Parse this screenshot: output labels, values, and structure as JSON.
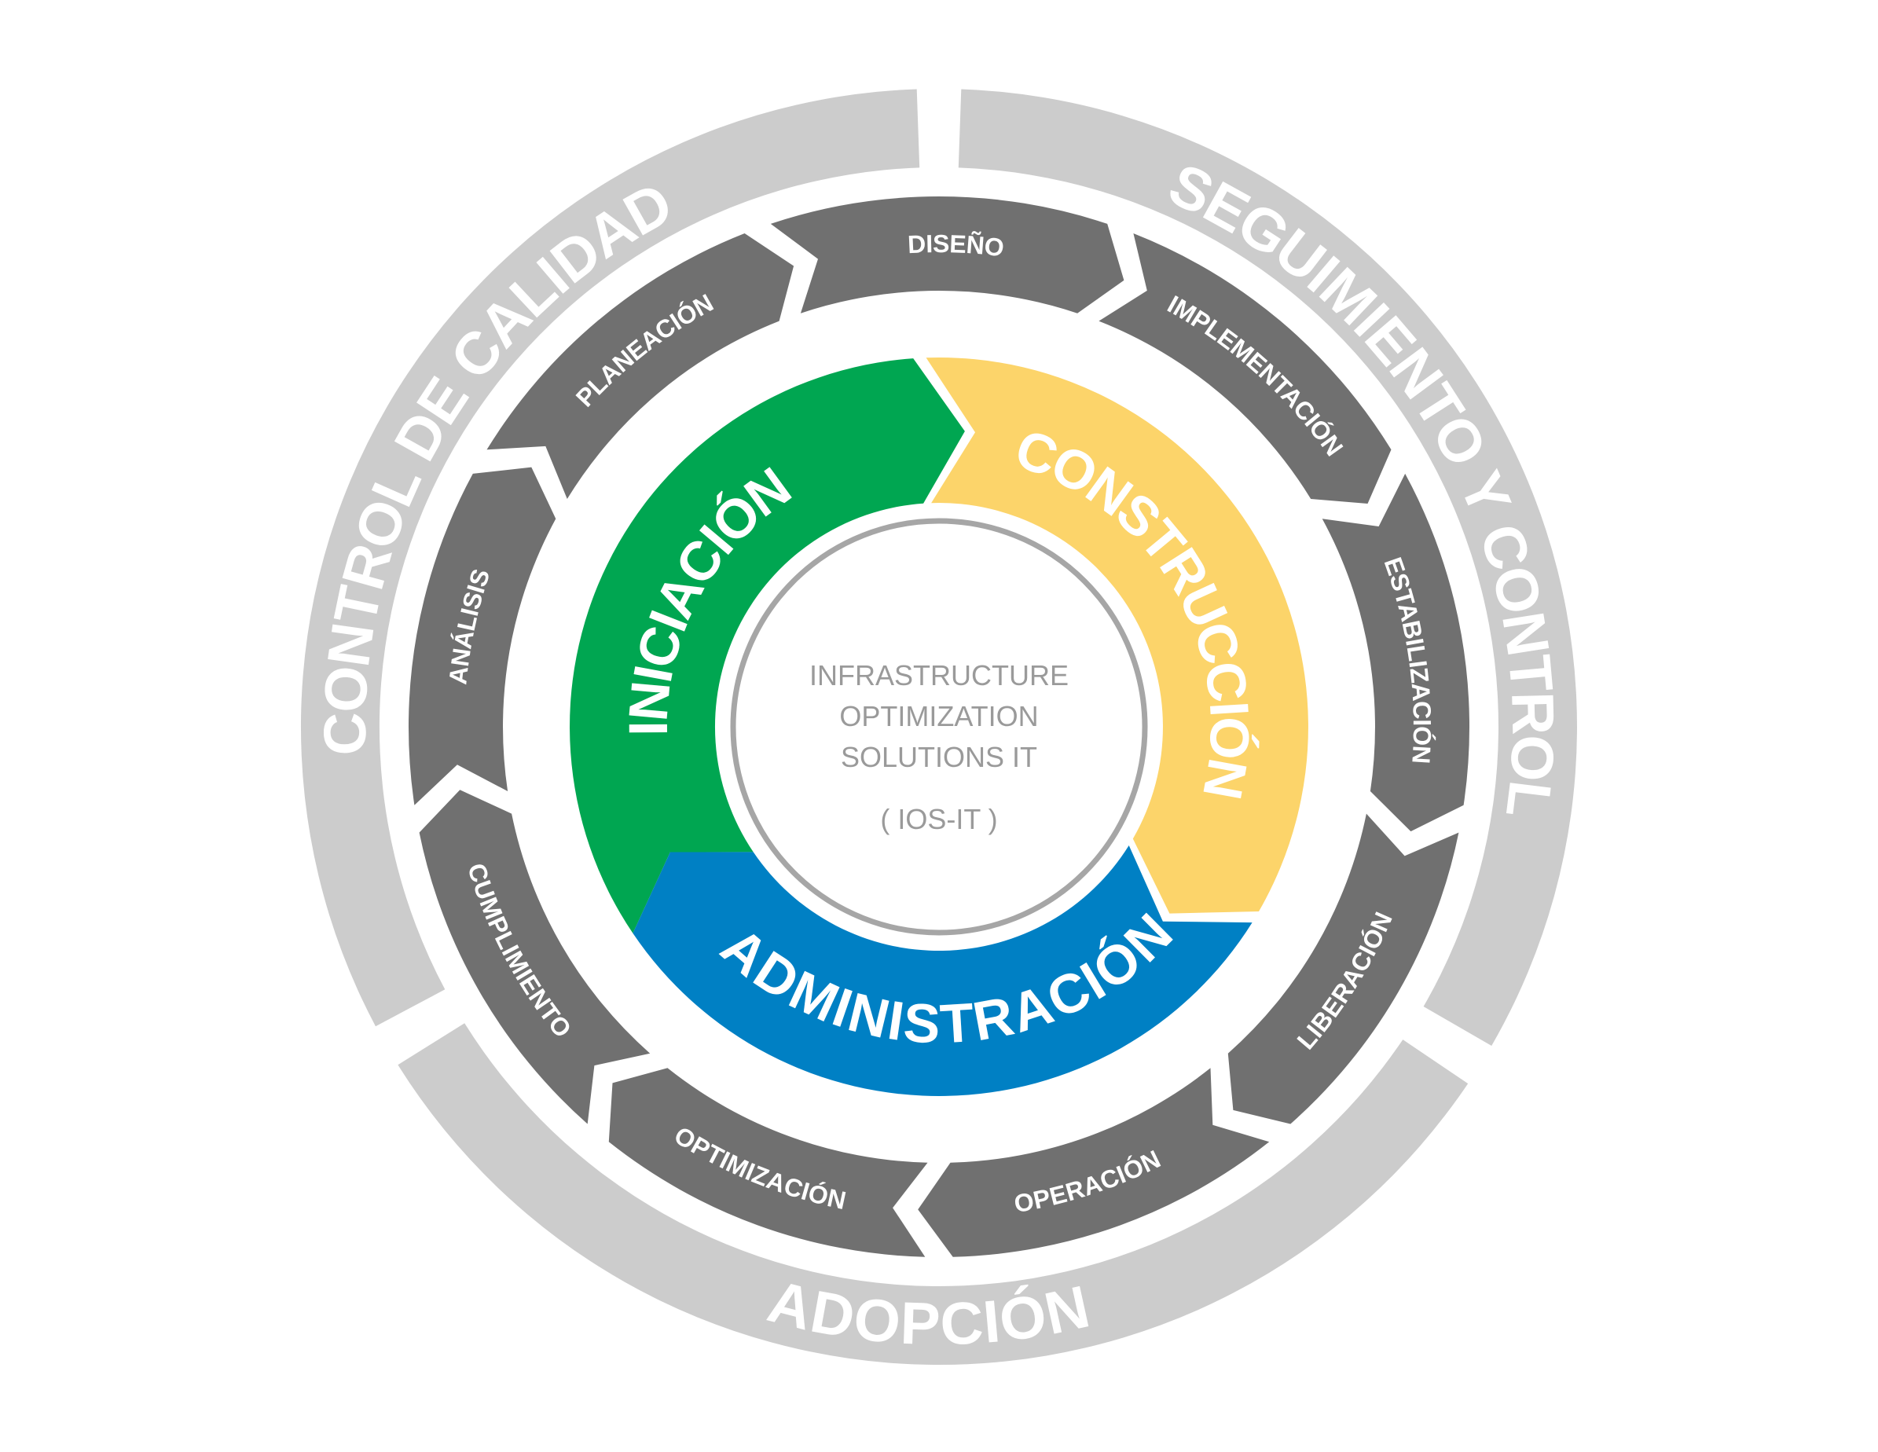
{
  "outer_ring": {
    "color": "#cccccc",
    "segments": [
      {
        "label": "CONTROL DE CALIDAD"
      },
      {
        "label": "SEGUIMIENTO Y CONTROL"
      },
      {
        "label": "ADOPCIÓN"
      }
    ]
  },
  "steps": {
    "color": "#707070",
    "items": [
      {
        "label": "DISEÑO"
      },
      {
        "label": "IMPLEMENTACIÓN"
      },
      {
        "label": "ESTABILIZACIÓN"
      },
      {
        "label": "LIBERACIÓN"
      },
      {
        "label": "OPERACIÓN"
      },
      {
        "label": "OPTIMIZACIÓN"
      },
      {
        "label": "CUMPLIMIENTO"
      },
      {
        "label": "ANÁLISIS"
      },
      {
        "label": "PLANEACIÓN"
      }
    ]
  },
  "phases": [
    {
      "label": "INICIACIÓN",
      "color": "#00a651"
    },
    {
      "label": "CONSTRUCCIÓN",
      "color": "#fcd46a"
    },
    {
      "label": "ADMINISTRACIÓN",
      "color": "#0080c4"
    }
  ],
  "center": {
    "ring_color": "#a6a6a6",
    "lines": [
      "INFRASTRUCTURE",
      "OPTIMIZATION",
      "SOLUTIONS IT"
    ],
    "acronym": "( IOS-IT )"
  }
}
